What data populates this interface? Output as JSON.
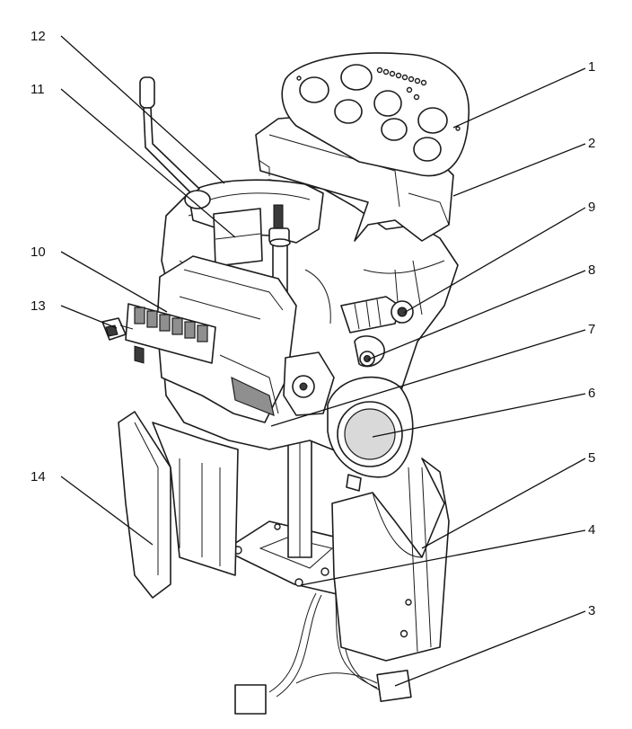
{
  "callouts": [
    {
      "id": "1",
      "label": "1"
    },
    {
      "id": "2",
      "label": "2"
    },
    {
      "id": "3",
      "label": "3"
    },
    {
      "id": "4",
      "label": "4"
    },
    {
      "id": "5",
      "label": "5"
    },
    {
      "id": "6",
      "label": "6"
    },
    {
      "id": "7",
      "label": "7"
    },
    {
      "id": "8",
      "label": "8"
    },
    {
      "id": "9",
      "label": "9"
    },
    {
      "id": "10",
      "label": "10"
    },
    {
      "id": "11",
      "label": "11"
    },
    {
      "id": "12",
      "label": "12"
    },
    {
      "id": "13",
      "label": "13"
    },
    {
      "id": "14",
      "label": "14"
    }
  ],
  "colors": {
    "line": "#1c1c1c",
    "shade": "#8f8f8f",
    "background": "#ffffff"
  }
}
